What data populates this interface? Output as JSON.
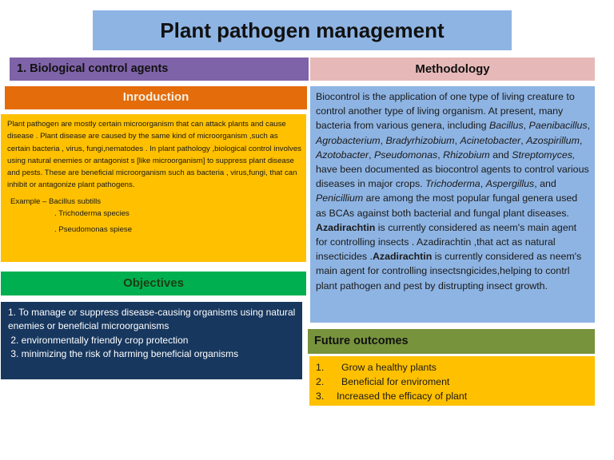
{
  "title": "Plant pathogen management",
  "left": {
    "section_header": "1.  Biological control  agents",
    "intro": {
      "header": "Inroduction",
      "paragraph": "Plant pathogen are mostly certain microorganism that can attack plants and cause disease . Plant disease are caused by the same kind of microorganism ,such as certain bacteria , virus, fungi,nematodes . In plant pathology ,biological control involves using natural enemies or antagonist s [like microorganism] to suppress plant disease and pests. These are beneficial  microorganism such as bacteria , virus,fungi, that can inhibit or antagonize plant pathogens.",
      "example_1": "Example – Bacillus subtills",
      "example_2": ". Trichoderma species",
      "example_3": ". Pseudomonas spiese"
    },
    "objectives": {
      "header": "Objectives",
      "items": [
        "1. To manage or suppress disease-causing organisms using natural enemies or beneficial microorganisms",
        " 2. environmentally friendly crop protection",
        " 3. minimizing the risk of harming beneficial organisms"
      ]
    }
  },
  "right": {
    "methodology": {
      "header": "Methodology",
      "segments": [
        {
          "t": "Biocontrol is the application of one type of living creature to control another type of living organism.  At present, many bacteria from various genera, including ",
          "s": "n"
        },
        {
          "t": "Bacillus",
          "s": "i"
        },
        {
          "t": ", ",
          "s": "n"
        },
        {
          "t": "Paenibacillus",
          "s": "i"
        },
        {
          "t": ", ",
          "s": "n"
        },
        {
          "t": "Agrobacterium",
          "s": "i"
        },
        {
          "t": ", ",
          "s": "n"
        },
        {
          "t": "Bradyrhizobium",
          "s": "i"
        },
        {
          "t": ", ",
          "s": "n"
        },
        {
          "t": "Acinetobacter",
          "s": "i"
        },
        {
          "t": ", ",
          "s": "n"
        },
        {
          "t": "Azospirillum",
          "s": "i"
        },
        {
          "t": ", ",
          "s": "n"
        },
        {
          "t": "Azotobacter",
          "s": "i"
        },
        {
          "t": ", ",
          "s": "n"
        },
        {
          "t": "Pseudomonas",
          "s": "i"
        },
        {
          "t": ", ",
          "s": "n"
        },
        {
          "t": "Rhizobium",
          "s": "i"
        },
        {
          "t": " and ",
          "s": "n"
        },
        {
          "t": "Streptomyces,",
          "s": "i"
        },
        {
          "t": " have been documented as biocontrol agents to control various diseases in major crops. ",
          "s": "n"
        },
        {
          "t": "Trichoderma",
          "s": "i"
        },
        {
          "t": ", ",
          "s": "n"
        },
        {
          "t": "Aspergillus",
          "s": "i"
        },
        {
          "t": ", and ",
          "s": "n"
        },
        {
          "t": "Penicillium",
          "s": "i"
        },
        {
          "t": " are among the most popular fungal genera used as BCAs against both bacterial and fungal plant diseases. ",
          "s": "n"
        },
        {
          "t": "Azadirachtin",
          "s": "b"
        },
        {
          "t": " is currently considered as neem's main agent for controlling insects . Azadirachtin ,that act as natural insecticides .",
          "s": "n"
        },
        {
          "t": "Azadirachtin",
          "s": "b"
        },
        {
          "t": " is currently considered as neem's main agent for controlling insectsngicides,helping to contrl plant pathogen and pest by distrupting insect growth.",
          "s": "n"
        }
      ]
    },
    "future": {
      "header": "Future outcomes",
      "items": [
        {
          "num": "1.",
          "text": "Grow a healthy plants"
        },
        {
          "num": "2.",
          "text": "Beneficial for enviroment"
        },
        {
          "num": "3.",
          "text": "Increased the efficacy of plant"
        }
      ]
    }
  },
  "colors": {
    "title_bg": "#8eb4e3",
    "bio_header_bg": "#7f63a8",
    "methodology_header_bg": "#e6b9b8",
    "intro_header_bg": "#e46c0a",
    "intro_body_bg": "#ffc000",
    "objectives_header_bg": "#00b050",
    "objectives_body_bg": "#17375e",
    "methodology_body_bg": "#8eb4e3",
    "future_header_bg": "#77933c",
    "future_body_bg": "#ffc000"
  }
}
